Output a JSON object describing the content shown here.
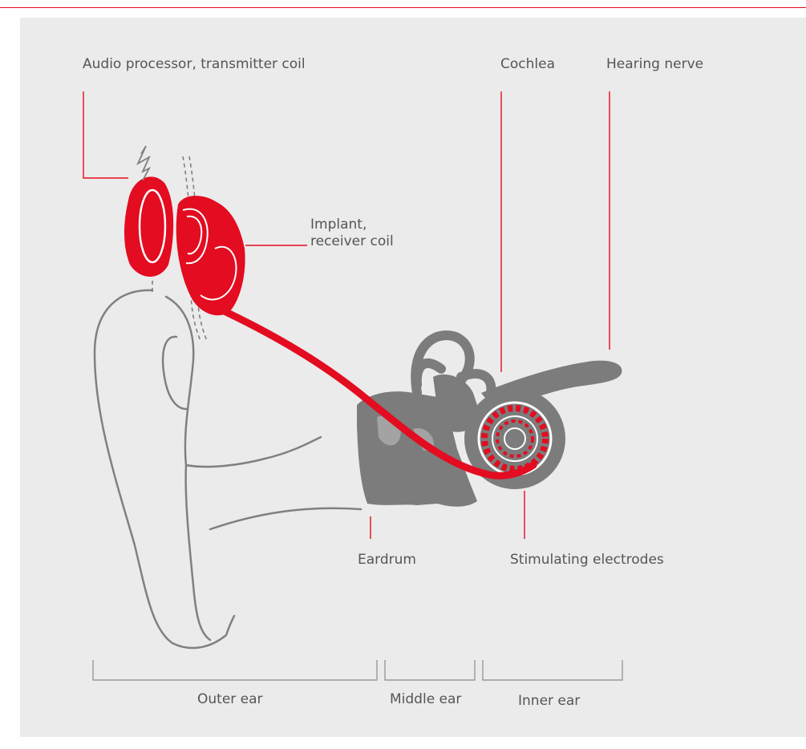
{
  "colors": {
    "accent_red": "#e30c20",
    "anatomy_gray": "#7c7c7c",
    "outline_gray": "#808080",
    "panel_bg": "#ebebeb",
    "text": "#555555"
  },
  "labels": {
    "audio_processor": "Audio processor, transmitter coil",
    "cochlea": "Cochlea",
    "hearing_nerve": "Hearing nerve",
    "implant": "Implant,\nreceiver coil",
    "eardrum": "Eardrum",
    "stimulating_electrodes": "Stimulating electrodes"
  },
  "regions": {
    "outer_ear": "Outer ear",
    "middle_ear": "Middle ear",
    "inner_ear": "Inner ear"
  }
}
